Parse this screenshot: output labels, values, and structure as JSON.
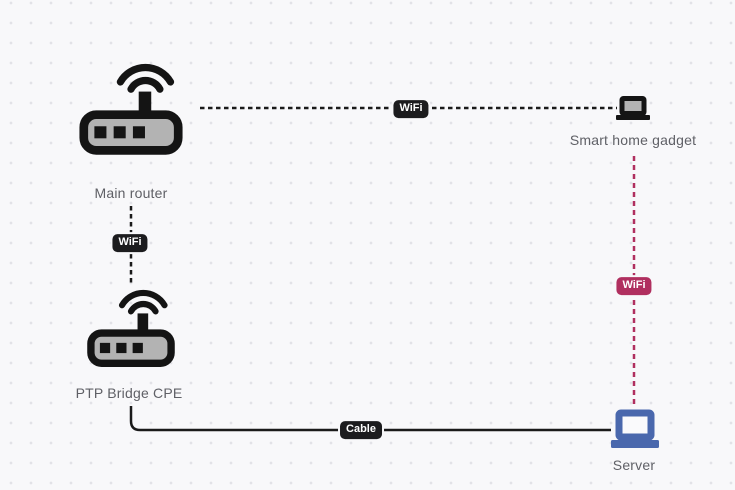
{
  "canvas": {
    "background": "#f8f8fa",
    "dot_color": "#e2e2e7"
  },
  "nodes": {
    "main_router": {
      "label": "Main router",
      "icon": "wireless-router",
      "color": "#141414"
    },
    "smart_home_gadget": {
      "label": "Smart home gadget",
      "icon": "laptop",
      "color": "#141414"
    },
    "ptp_bridge_cpe": {
      "label": "PTP Bridge CPE",
      "icon": "wireless-router",
      "color": "#141414"
    },
    "server": {
      "label": "Server",
      "icon": "laptop",
      "color": "#4a68ad"
    }
  },
  "links": {
    "router_to_gadget": {
      "label": "WiFi",
      "type": "wireless",
      "line_style": "dashed",
      "color": "#1a1a1a",
      "badge_bg": "#1c1c1e"
    },
    "router_to_cpe": {
      "label": "WiFi",
      "type": "wireless",
      "line_style": "dashed",
      "color": "#1a1a1a",
      "badge_bg": "#1c1c1e"
    },
    "gadget_to_server": {
      "label": "WiFi",
      "type": "wireless",
      "line_style": "dashed",
      "color": "#b02f5f",
      "badge_bg": "#b02f5f"
    },
    "cpe_to_server": {
      "label": "Cable",
      "type": "wired",
      "line_style": "solid",
      "color": "#1a1a1a",
      "badge_bg": "#1c1c1e"
    }
  }
}
